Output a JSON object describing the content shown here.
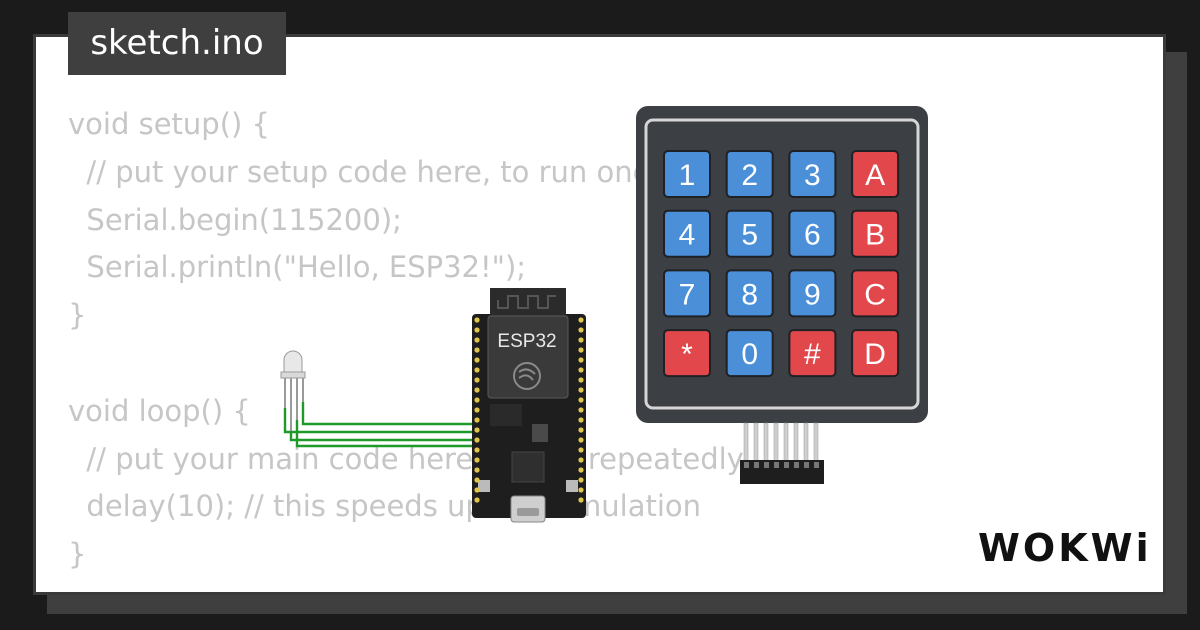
{
  "tab": {
    "filename": "sketch.ino"
  },
  "code": {
    "lines": [
      "void setup() {",
      "  // put your setup code here, to run once:",
      "  Serial.begin(115200);",
      "  Serial.println(\"Hello, ESP32!\");",
      "}",
      "",
      "void loop() {",
      "  // put your main code here, to run repeatedly:",
      "  delay(10); // this speeds up the simulation",
      "}"
    ]
  },
  "esp32": {
    "label": "ESP32"
  },
  "keypad": {
    "keys": [
      [
        "1",
        "2",
        "3",
        "A"
      ],
      [
        "4",
        "5",
        "6",
        "B"
      ],
      [
        "7",
        "8",
        "9",
        "C"
      ],
      [
        "*",
        "0",
        "#",
        "D"
      ]
    ],
    "colors": {
      "numeric": "#4a8fd8",
      "function": "#e2474b",
      "body": "#3c3f43"
    }
  },
  "wire_color": "#1f9a2a",
  "brand": {
    "logo_text": "WOKWi"
  }
}
